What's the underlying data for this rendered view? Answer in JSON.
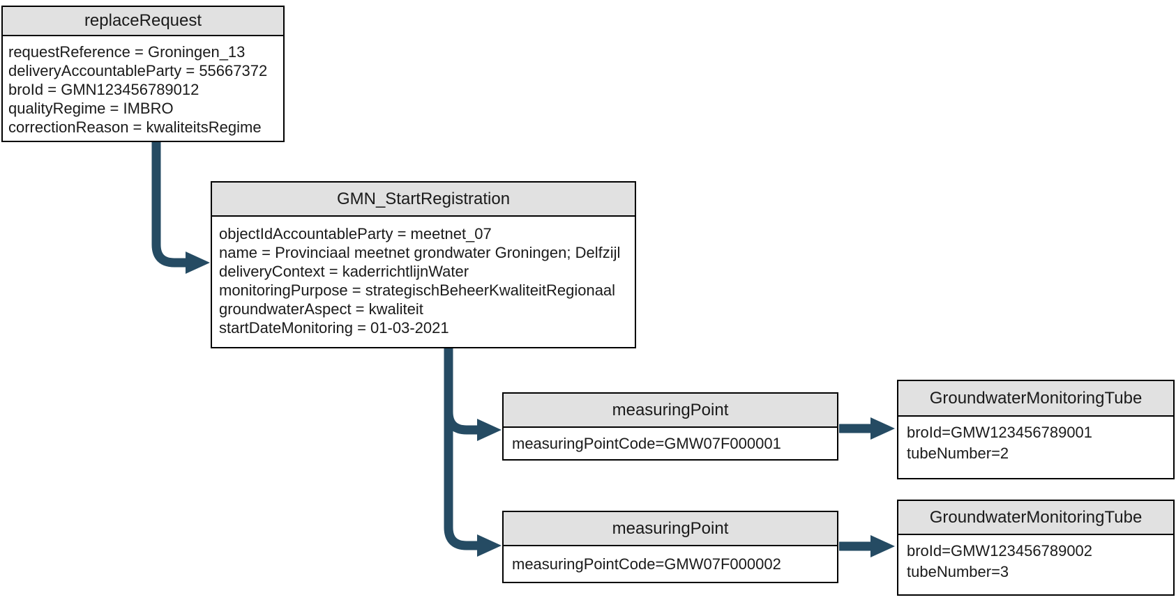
{
  "diagram": {
    "colors": {
      "arrow": "#254B63",
      "node_header_fill": "#E1E1E1",
      "node_border": "#000000",
      "background": "#FFFFFF"
    },
    "nodes": [
      {
        "id": "replaceRequest",
        "title": "replaceRequest",
        "fields": [
          "requestReference = Groningen_13",
          "deliveryAccountableParty = 55667372",
          "broId = GMN123456789012",
          "qualityRegime = IMBRO",
          "correctionReason = kwaliteitsRegime"
        ]
      },
      {
        "id": "gmnStartRegistration",
        "title": "GMN_StartRegistration",
        "fields": [
          "objectIdAccountableParty = meetnet_07",
          "name = Provinciaal meetnet grondwater Groningen; Delfzijl",
          "deliveryContext = kaderrichtlijnWater",
          "monitoringPurpose = strategischBeheerKwaliteitRegionaal",
          "groundwaterAspect = kwaliteit",
          "startDateMonitoring = 01-03-2021"
        ]
      },
      {
        "id": "measuringPoint1",
        "title": "measuringPoint",
        "fields": [
          "measuringPointCode=GMW07F000001"
        ]
      },
      {
        "id": "groundwaterMonitoringTube1",
        "title": "GroundwaterMonitoringTube",
        "fields": [
          "broId=GMW123456789001",
          "tubeNumber=2"
        ]
      },
      {
        "id": "measuringPoint2",
        "title": "measuringPoint",
        "fields": [
          "measuringPointCode=GMW07F000002"
        ]
      },
      {
        "id": "groundwaterMonitoringTube2",
        "title": "GroundwaterMonitoringTube",
        "fields": [
          "broId=GMW123456789002",
          "tubeNumber=3"
        ]
      }
    ],
    "connections": [
      {
        "from": "replaceRequest",
        "to": "gmnStartRegistration"
      },
      {
        "from": "gmnStartRegistration",
        "to": "measuringPoint1"
      },
      {
        "from": "gmnStartRegistration",
        "to": "measuringPoint2"
      },
      {
        "from": "measuringPoint1",
        "to": "groundwaterMonitoringTube1"
      },
      {
        "from": "measuringPoint2",
        "to": "groundwaterMonitoringTube2"
      }
    ]
  }
}
